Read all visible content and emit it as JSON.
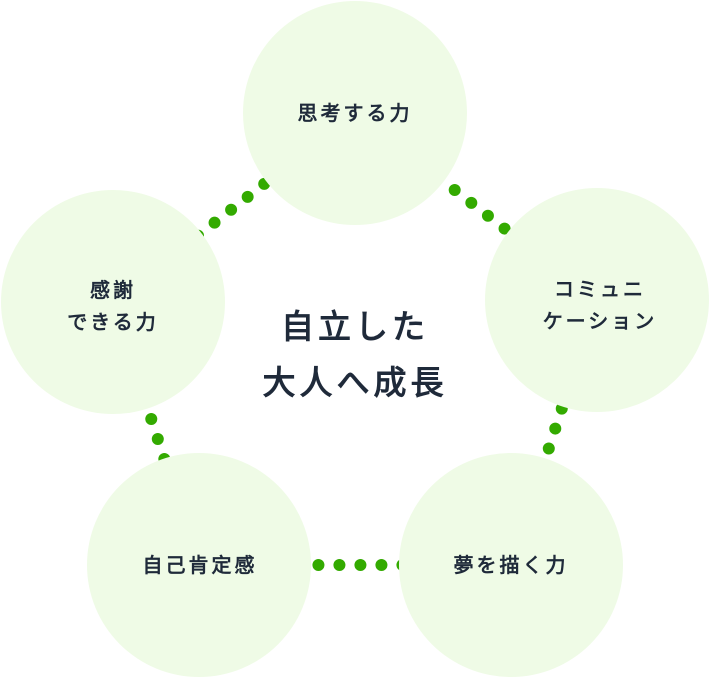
{
  "colors": {
    "dot": "#33aa00",
    "circle": "#effbe6",
    "text": "#1f2a3a"
  },
  "center": {
    "line1": "自立した",
    "line2": "大人へ成長"
  },
  "nodes": [
    {
      "line1": "思考する力",
      "line2": ""
    },
    {
      "line1": "コミュニ",
      "line2": "ケーション"
    },
    {
      "line1": "夢を描く力",
      "line2": ""
    },
    {
      "line1": "自己肯定感",
      "line2": ""
    },
    {
      "line1": "感謝",
      "line2": "できる力"
    }
  ]
}
